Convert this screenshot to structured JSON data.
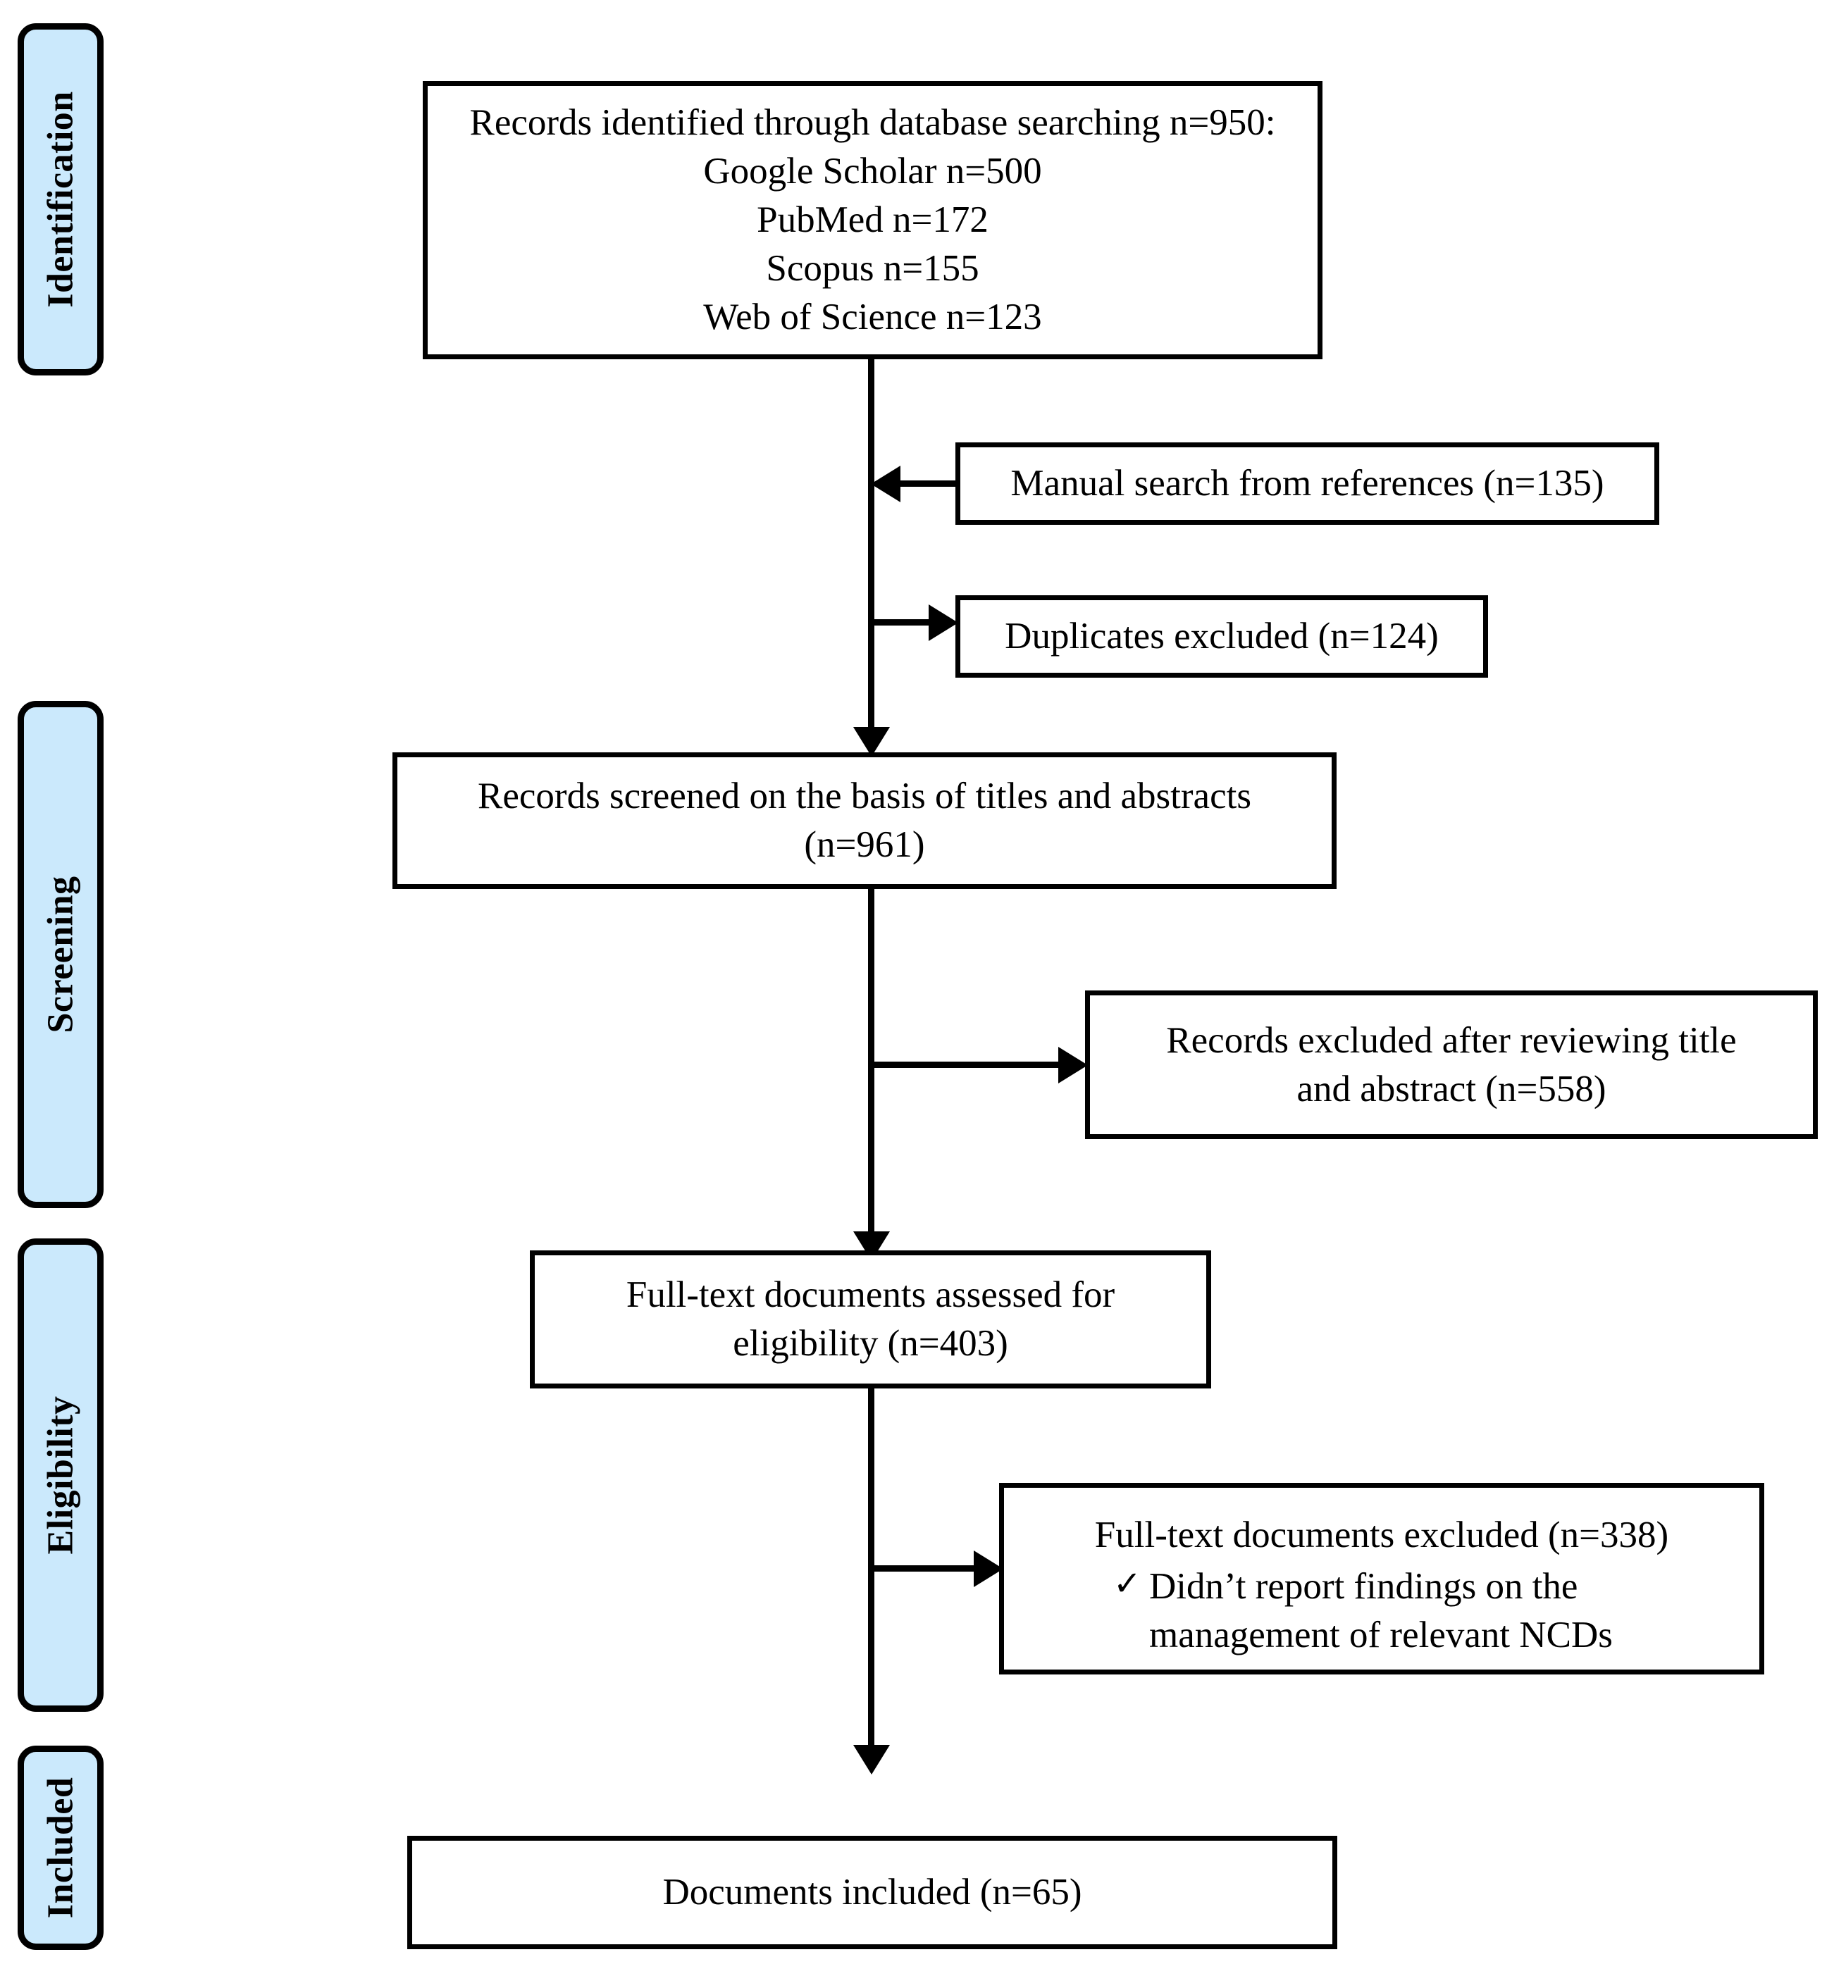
{
  "diagram": {
    "type": "prisma-flow-diagram",
    "stages": [
      {
        "id": "identification",
        "label": "Identification"
      },
      {
        "id": "screening",
        "label": "Screening"
      },
      {
        "id": "eligibility",
        "label": "Eligibility"
      },
      {
        "id": "included",
        "label": "Included"
      }
    ],
    "colors": {
      "stage_fill": "#cbe9fc",
      "stage_border": "#000000",
      "box_fill": "#ffffff",
      "box_border": "#000000",
      "text": "#000000"
    },
    "boxes": {
      "identified": {
        "name": "records-identified",
        "text": "Records identified through database searching n=950:\nGoogle Scholar n=500\nPubMed n=172\nScopus n=155\nWeb of Science n=123"
      },
      "manual_search": {
        "name": "manual-search-from-references",
        "text": "Manual search from references (n=135)"
      },
      "duplicates_excluded": {
        "name": "duplicates-excluded",
        "text": "Duplicates excluded (n=124)"
      },
      "records_screened": {
        "name": "records-screened",
        "text": "Records screened on the basis of titles and abstracts\n(n=961)"
      },
      "records_excluded": {
        "name": "records-excluded-after-review",
        "text": "Records excluded after reviewing title\nand abstract (n=558)"
      },
      "fulltext_assessed": {
        "name": "full-text-assessed",
        "text": "Full-text documents assessed for\neligibility (n=403)"
      },
      "fulltext_excluded": {
        "name": "full-text-excluded",
        "title": "Full-text documents excluded (n=338)",
        "check_glyph": "✓",
        "reason": "Didn’t report findings on the\nmanagement of relevant NCDs"
      },
      "documents_included": {
        "name": "documents-included",
        "text": "Documents included (n=65)"
      }
    },
    "counts": {
      "database_total": 950,
      "google_scholar": 500,
      "pubmed": 172,
      "scopus": 155,
      "web_of_science": 123,
      "manual_search": 135,
      "duplicates_excluded": 124,
      "records_screened": 961,
      "records_excluded": 558,
      "fulltext_assessed": 403,
      "fulltext_excluded": 338,
      "documents_included": 65
    }
  }
}
